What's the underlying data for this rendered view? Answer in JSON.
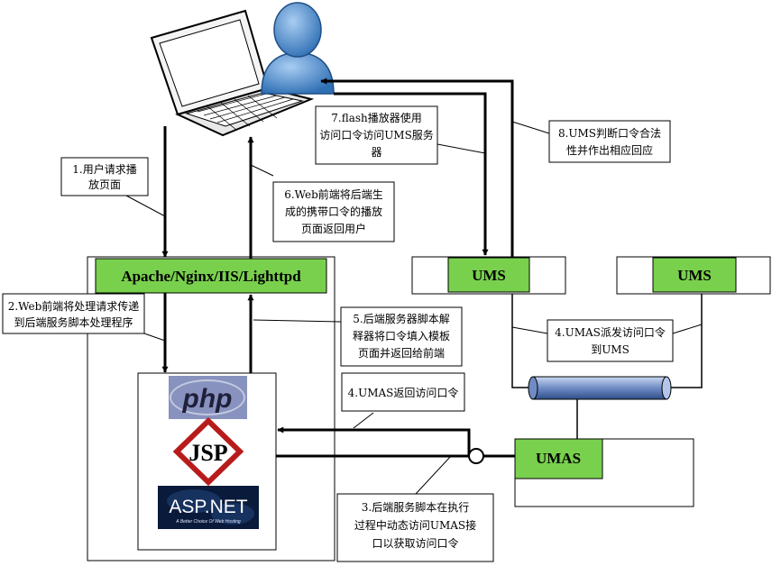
{
  "nodes": {
    "web_server": "Apache/Nginx/IIS/Lighttpd",
    "ums_1": "UMS",
    "ums_2": "UMS",
    "umas": "UMAS"
  },
  "logos": {
    "php": "php",
    "jsp": "JSP",
    "aspnet": "ASP.NET",
    "aspnet_tagline": "A Better Choice Of Web Hosting"
  },
  "notes": {
    "step1": [
      "1.用户请求播",
      "放页面"
    ],
    "step2": [
      "2.Web前端将处理请求传递",
      "到后端服务脚本处理程序"
    ],
    "step3": [
      "3.后端服务脚本在执行",
      "过程中动态访问UMAS接",
      "口以获取访问口令"
    ],
    "step4a": [
      "4.UMAS返回访问口令"
    ],
    "step4b": [
      "4.UMAS派发访问口令",
      "到UMS"
    ],
    "step5": [
      "5.后端服务器脚本解",
      "释器将口令填入模板",
      "页面并返回给前端"
    ],
    "step6": [
      "6.Web前端将后端生",
      "成的携带口令的播放",
      "页面返回用户"
    ],
    "step7": [
      "7.flash播放器使用",
      "访问口令访问UMS服务",
      "器"
    ],
    "step8": [
      "8.UMS判断口令合法",
      "性并作出相应回应"
    ]
  },
  "icons": {
    "laptop": "laptop-icon",
    "user": "user-icon",
    "database": "database-cylinder-icon"
  },
  "colors": {
    "node_fill": "#79d04d",
    "php_bg": "#8892be",
    "cylinder": "#6f8cc4",
    "user_blue": "#4c89c8"
  }
}
